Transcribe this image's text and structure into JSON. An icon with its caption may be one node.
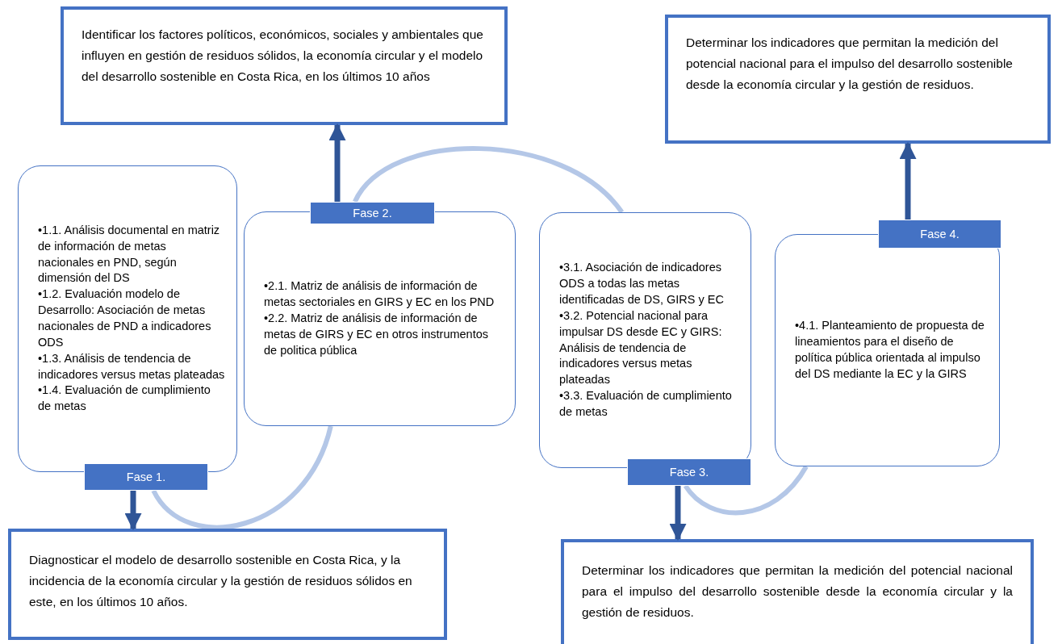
{
  "diagram": {
    "nodes": [
      {
        "text": [
          "Identificar los factores políticos, económicos, sociales y ambientales que influyen en gestión de residuos sólidos, la economía circular y el modelo del desarrollo sostenible en Costa Rica, en los últimos 10 años"
        ]
      },
      {
        "text": [
          "Determinar los indicadores que permitan la medición del potencial nacional para el impulso del desarrollo sostenible desde la economía circular y la gestión de residuos."
        ]
      },
      {
        "text": [
          "•1.1. Análisis documental en matriz de información de metas nacionales en PND, según dimensión del DS",
          "•1.2. Evaluación modelo de Desarrollo: Asociación de metas nacionales de PND a indicadores ODS",
          "•1.3. Análisis de tendencia de indicadores versus metas plateadas",
          "•1.4. Evaluación de cumplimiento de metas"
        ]
      },
      {
        "text": [
          "Fase 1."
        ]
      },
      {
        "text": [
          "•2.1. Matriz de análisis de información de metas sectoriales en GIRS y EC en los PND",
          "•2.2. Matriz de análisis de información de metas de GIRS y EC en otros instrumentos de politica pública"
        ]
      },
      {
        "text": [
          "Fase 2."
        ]
      },
      {
        "text": [
          "•3.1. Asociación de indicadores ODS a todas las metas identificadas de DS, GIRS y EC",
          "•3.2. Potencial nacional para impulsar DS desde EC y GIRS: Análisis de tendencia de indicadores versus metas plateadas",
          "•3.3. Evaluación de cumplimiento de metas"
        ]
      },
      {
        "text": [
          "Fase 3."
        ]
      },
      {
        "text": [
          "•4.1. Planteamiento de propuesta de lineamientos para el diseño de política pública orientada al impulso del DS mediante la EC y la GIRS"
        ]
      },
      {
        "text": [
          "Fase 4."
        ]
      },
      {
        "text": [
          "Diagnosticar el modelo de desarrollo sostenible en Costa Rica, y la incidencia de la economía circular y la gestión de residuos sólidos en este, en los últimos 10 años."
        ]
      },
      {
        "text": [
          "Determinar los indicadores que permitan la medición del potencial nacional para el impulso del desarrollo sostenible desde la economía circular y la gestión de residuos."
        ]
      }
    ],
    "edges": [
      {
        "from": 3,
        "to": 10,
        "arrow": "to"
      },
      {
        "from": 5,
        "to": 0,
        "arrow": "to"
      },
      {
        "from": 7,
        "to": 11,
        "arrow": "to"
      },
      {
        "from": 9,
        "to": 1,
        "arrow": "to"
      },
      {
        "from": 3,
        "to": 4,
        "arrow": "none",
        "color": "#b4c7e7"
      },
      {
        "from": 5,
        "to": 6,
        "arrow": "none",
        "color": "#b4c7e7"
      },
      {
        "from": 7,
        "to": 8,
        "arrow": "none",
        "color": "#b4c7e7"
      }
    ]
  }
}
